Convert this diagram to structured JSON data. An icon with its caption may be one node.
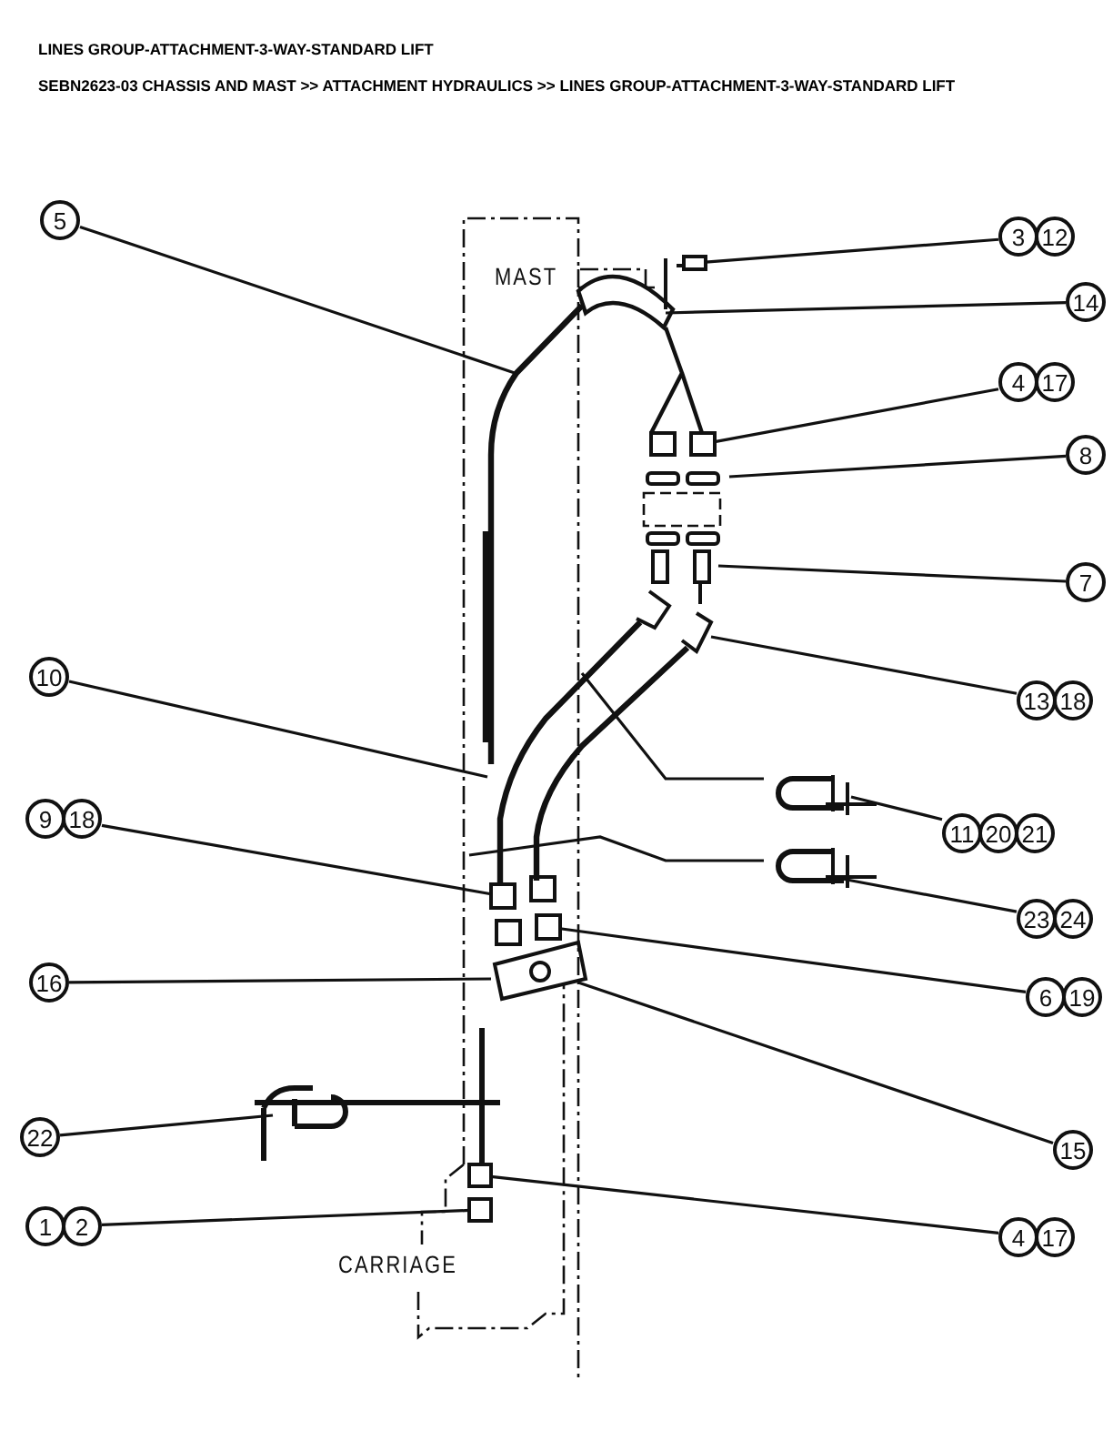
{
  "diagram": {
    "title": "LINES GROUP-ATTACHMENT-3-WAY-STANDARD LIFT",
    "nodes": [
      {
        "text": [
          "5"
        ]
      },
      {
        "text": [
          "3",
          "12"
        ]
      },
      {
        "text": [
          "14"
        ]
      },
      {
        "text": [
          "4",
          "17"
        ]
      },
      {
        "text": [
          "8"
        ]
      },
      {
        "text": [
          "7"
        ]
      },
      {
        "text": [
          "10"
        ]
      },
      {
        "text": [
          "13",
          "18"
        ]
      },
      {
        "text": [
          "11",
          "20",
          "21"
        ]
      },
      {
        "text": [
          "9",
          "18"
        ]
      },
      {
        "text": [
          "23",
          "24"
        ]
      },
      {
        "text": [
          "16"
        ]
      },
      {
        "text": [
          "6",
          "19"
        ]
      },
      {
        "text": [
          "15"
        ]
      },
      {
        "text": [
          "22"
        ]
      },
      {
        "text": [
          "1",
          "2"
        ]
      },
      {
        "text": [
          "4",
          "17"
        ]
      },
      {
        "text": [],
        "shape": "box"
      },
      {
        "text": [],
        "shape": "box"
      },
      {
        "text": [],
        "shape": "box"
      },
      {
        "text": [],
        "shape": "box"
      },
      {
        "text": [],
        "shape": "box"
      },
      {
        "text": [],
        "shape": "box"
      }
    ],
    "edges": [
      {
        "from": 0,
        "to": null,
        "arrow": "none"
      },
      {
        "from": 1,
        "to": 17,
        "arrow": "none"
      },
      {
        "from": 2,
        "to": null,
        "arrow": "none"
      },
      {
        "from": 3,
        "to": 18,
        "arrow": "none"
      },
      {
        "from": 4,
        "to": null,
        "arrow": "none"
      },
      {
        "from": 5,
        "to": null,
        "arrow": "none"
      },
      {
        "from": 6,
        "to": null,
        "arrow": "none"
      },
      {
        "from": 7,
        "to": null,
        "arrow": "none"
      },
      {
        "from": 8,
        "to": null,
        "arrow": "none"
      },
      {
        "from": 9,
        "to": 19,
        "arrow": "none"
      },
      {
        "from": 10,
        "to": null,
        "arrow": "none"
      },
      {
        "from": 11,
        "to": null,
        "arrow": "none"
      },
      {
        "from": 12,
        "to": 20,
        "arrow": "none"
      },
      {
        "from": 13,
        "to": null,
        "arrow": "none"
      },
      {
        "from": 14,
        "to": null,
        "arrow": "none"
      },
      {
        "from": 15,
        "to": 22,
        "arrow": "none"
      },
      {
        "from": 16,
        "to": 21,
        "arrow": "none"
      }
    ],
    "labels": [
      "SEBN2623-03 CHASSIS AND MAST >> ATTACHMENT HYDRAULICS >> LINES GROUP-ATTACHMENT-3-WAY-STANDARD LIFT",
      "MAST",
      "CARRIAGE"
    ]
  }
}
